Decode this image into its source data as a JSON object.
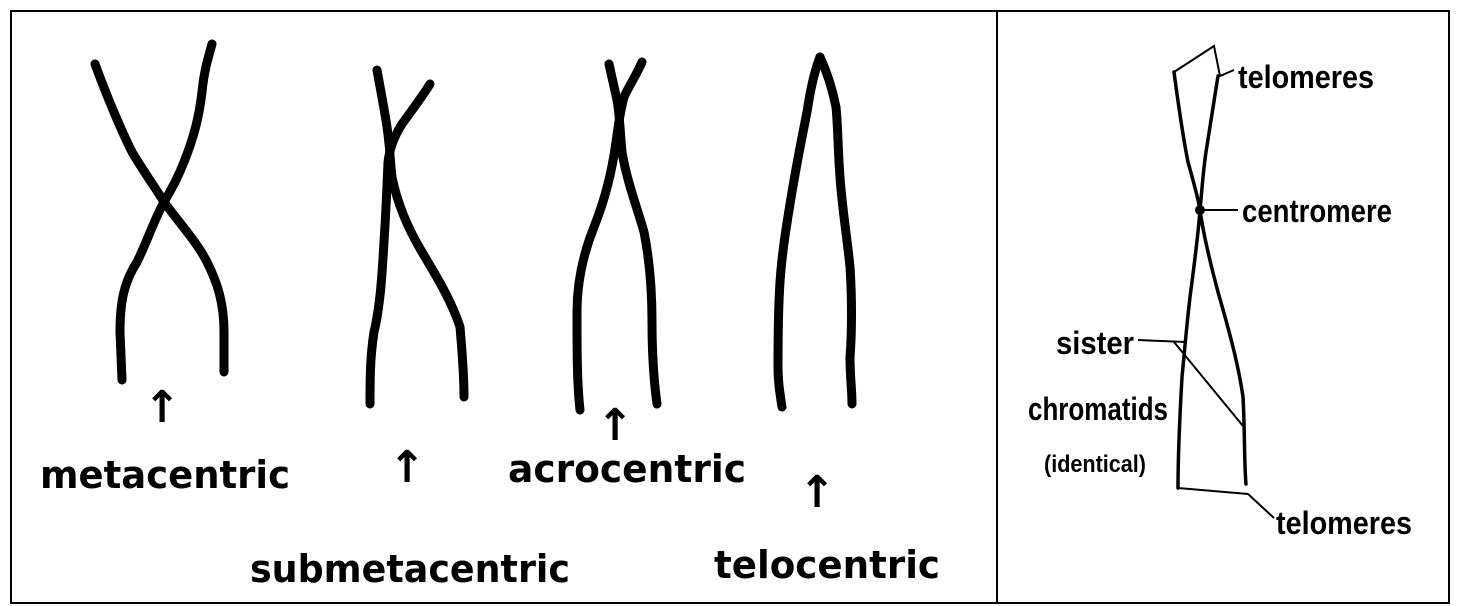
{
  "left": {
    "labels": {
      "metacentric": "metacentric",
      "submetacentric": "submetacentric",
      "acrocentric": "acrocentric",
      "telocentric": "telocentric"
    },
    "arrow": "↑"
  },
  "right": {
    "labels": {
      "telomeres_top": "telomeres",
      "centromere": "centromere",
      "sister": "sister",
      "chromatids": "chromatids",
      "identical": "(identical)",
      "telomeres_bottom": "telomeres"
    }
  }
}
